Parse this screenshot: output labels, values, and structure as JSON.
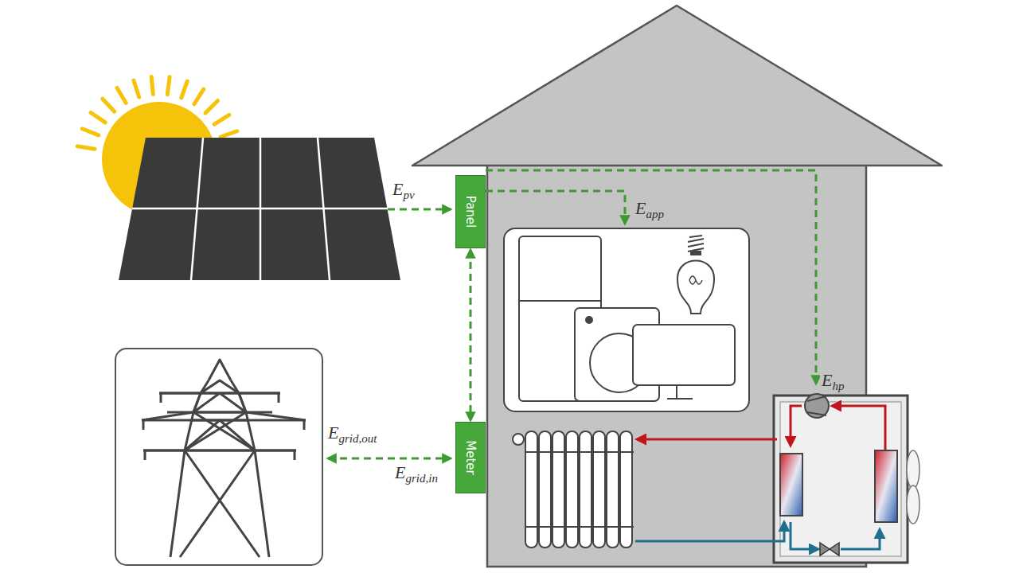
{
  "diagram": {
    "nodes": [
      {
        "text": [
          "Panel"
        ]
      },
      {
        "text": [
          "Meter"
        ]
      }
    ],
    "edges": [
      {
        "from": 0,
        "to": 1,
        "arrow": "both"
      }
    ],
    "labels": [
      "Epv",
      "Eapp",
      "Ehp",
      "Egrid,out",
      "Egrid,in"
    ]
  }
}
